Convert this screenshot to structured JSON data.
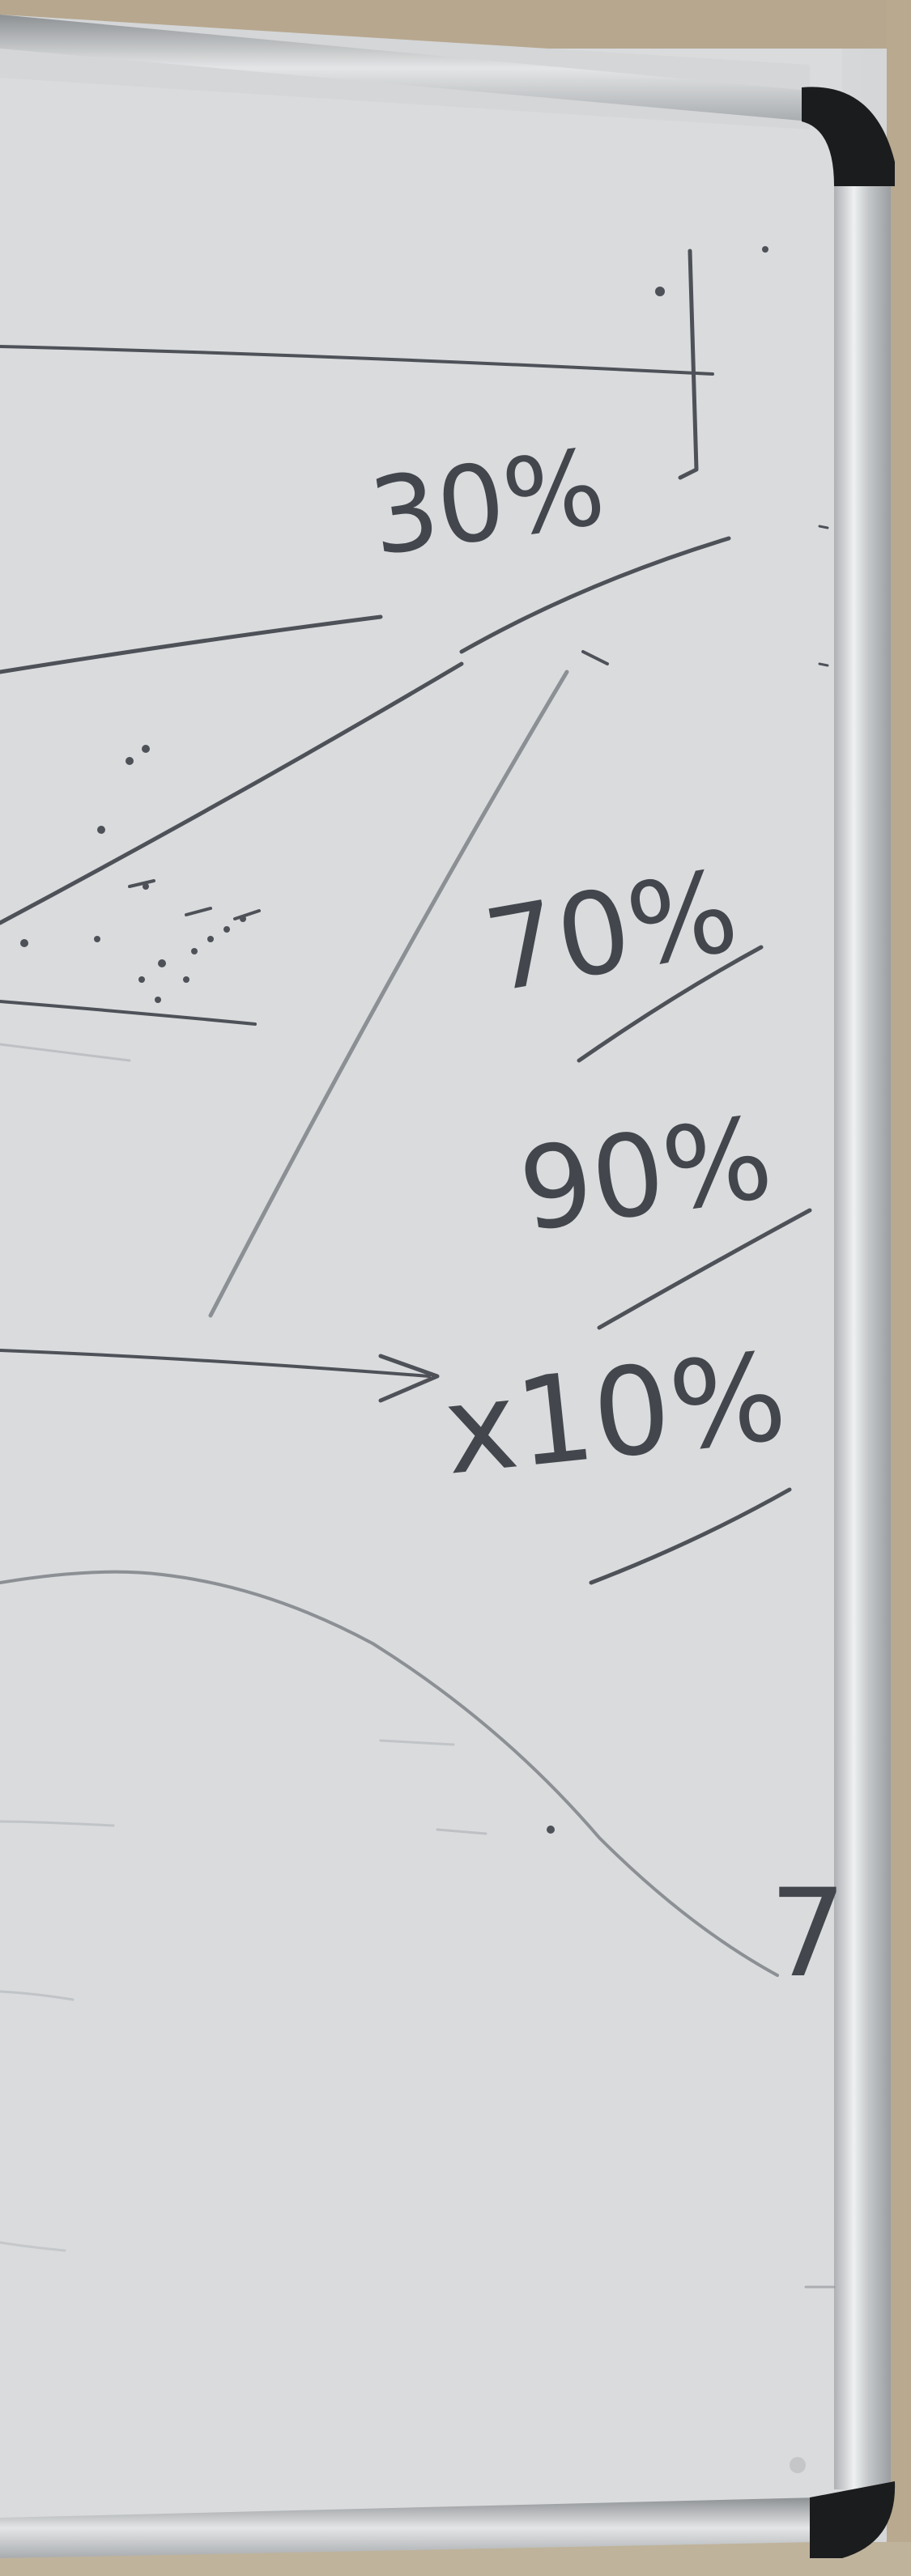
{
  "whiteboard": {
    "labels": {
      "pct_30": "30%",
      "pct_70": "70%",
      "pct_90": "90%",
      "pct_10": "x10%",
      "mark_7": "7"
    },
    "colors": {
      "board": "#dcdedf",
      "ink": "#4e5258",
      "frame": "#c9cbcd",
      "corner_cap": "#1b1c1e",
      "wall": "#b9aa93"
    }
  }
}
